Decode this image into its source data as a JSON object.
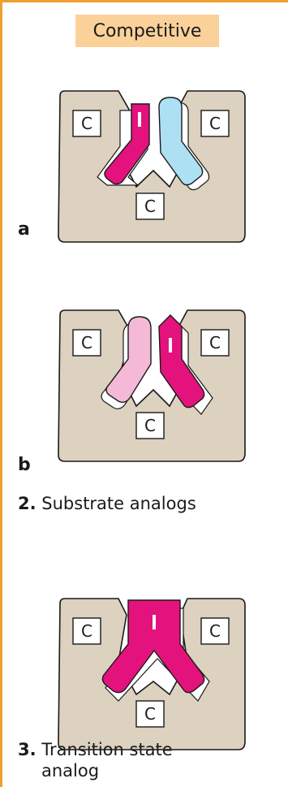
{
  "header": {
    "label": "Competitive"
  },
  "colors": {
    "accent": "#f0a030",
    "tag_bg": "#fbd19a",
    "enzyme": "#ddd1bf",
    "magenta": "#e4127c",
    "light_blue": "#aee0f4",
    "light_pink": "#f4b9d6"
  },
  "panels": [
    {
      "letter": "a",
      "site_label": "C",
      "inhibitor_label": "I"
    },
    {
      "letter": "b",
      "site_label": "C",
      "inhibitor_label": "I"
    },
    {
      "letter": "",
      "site_label": "C",
      "inhibitor_label": "I"
    }
  ],
  "captions": {
    "substrate": {
      "number": "2.",
      "text": "Substrate analogs"
    },
    "transition": {
      "number": "3.",
      "text_line1": "Transition state",
      "text_line2": "analog"
    }
  }
}
